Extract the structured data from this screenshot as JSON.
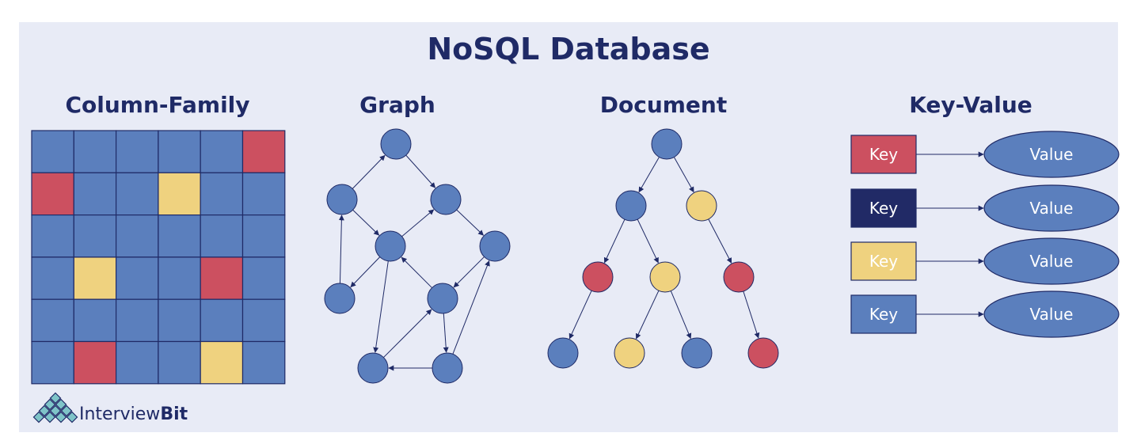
{
  "title": "NoSQL Database",
  "colors": {
    "blue": "#5b7fbd",
    "red": "#cc5060",
    "yellow": "#efd27f",
    "navy": "#212a66",
    "panel": "#e8ebf6",
    "title": "#1f2a66",
    "logo_teal": "#7fc4c8"
  },
  "column_family": {
    "heading": "Column-Family",
    "grid": [
      [
        "blue",
        "blue",
        "blue",
        "blue",
        "blue",
        "red"
      ],
      [
        "red",
        "blue",
        "blue",
        "yellow",
        "blue",
        "blue"
      ],
      [
        "blue",
        "blue",
        "blue",
        "blue",
        "blue",
        "blue"
      ],
      [
        "blue",
        "yellow",
        "blue",
        "blue",
        "red",
        "blue"
      ],
      [
        "blue",
        "blue",
        "blue",
        "blue",
        "blue",
        "blue"
      ],
      [
        "blue",
        "red",
        "blue",
        "blue",
        "yellow",
        "blue"
      ]
    ]
  },
  "graph": {
    "heading": "Graph",
    "node_count": 9,
    "node_color": "blue"
  },
  "document": {
    "heading": "Document",
    "levels": [
      [
        "blue"
      ],
      [
        "blue",
        "yellow"
      ],
      [
        "red",
        "yellow",
        "red"
      ],
      [
        "blue",
        "yellow",
        "blue",
        "red"
      ]
    ]
  },
  "key_value": {
    "heading": "Key-Value",
    "pairs": [
      {
        "key": "Key",
        "value": "Value",
        "key_color": "red"
      },
      {
        "key": "Key",
        "value": "Value",
        "key_color": "navy"
      },
      {
        "key": "Key",
        "value": "Value",
        "key_color": "yellow"
      },
      {
        "key": "Key",
        "value": "Value",
        "key_color": "blue"
      }
    ]
  },
  "logo": {
    "text_regular": "Interview",
    "text_bold": "Bit"
  }
}
